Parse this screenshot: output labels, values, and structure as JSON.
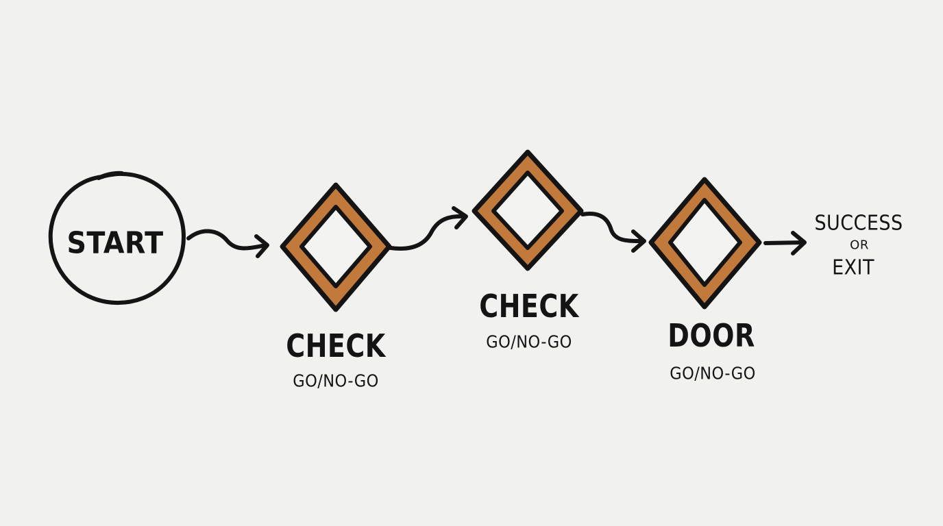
{
  "diagram": {
    "type": "flowchart",
    "colors": {
      "background": "#f1f1ef",
      "ink": "#141414",
      "diamond_fill": "#c17a3c",
      "diamond_inner": "#f3f3f1"
    },
    "start": {
      "label": "START"
    },
    "nodes": [
      {
        "id": "check-1",
        "shape": "diamond",
        "title": "CHECK",
        "subtitle": "GO/NO-GO"
      },
      {
        "id": "check-2",
        "shape": "diamond",
        "title": "CHECK",
        "subtitle": "GO/NO-GO"
      },
      {
        "id": "door",
        "shape": "diamond",
        "title": "DOOR",
        "subtitle": "GO/NO-GO"
      }
    ],
    "end": {
      "line1": "SUCCESS",
      "connector": "OR",
      "line2": "EXIT"
    },
    "edges": [
      {
        "from": "start",
        "to": "check-1"
      },
      {
        "from": "check-1",
        "to": "check-2"
      },
      {
        "from": "check-2",
        "to": "door"
      },
      {
        "from": "door",
        "to": "end"
      }
    ]
  }
}
